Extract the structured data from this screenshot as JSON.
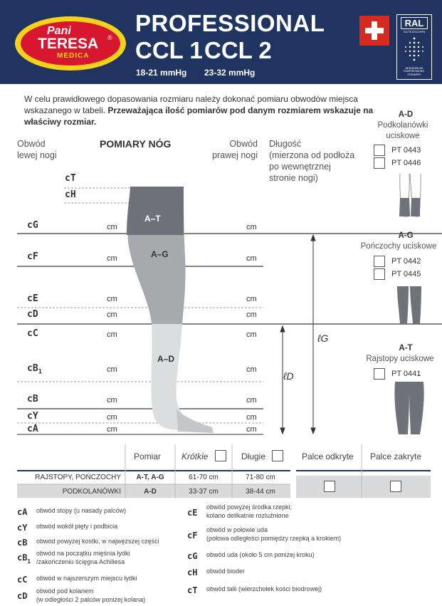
{
  "header": {
    "brand_pani": "Pani",
    "brand_teresa": "TERESA",
    "brand_reg": "®",
    "brand_medica": "MEDICA",
    "title": "PROFESSIONAL",
    "ccl1": "CCL 1",
    "ccl2": "CCL 2",
    "ccl1_mm": "18-21 mmHg",
    "ccl2_mm": "23-32 mmHg",
    "ral_title": "RAL",
    "ral_sub": "GÜTEZEICHEN",
    "ral_bottom": "MEDIZINISCHE KOMPRESSIONS-STRÜMPFE"
  },
  "intro": {
    "text_normal": "W celu prawidłowego dopasowania rozmiaru należy dokonać pomiaru obwodów miejsca wskazanego w tabeli. ",
    "text_bold": "Przeważająca ilość pomiarów pod danym rozmiarem wskazuje na właściwy rozmiar."
  },
  "columns": {
    "left_line1": "Obwód",
    "left_line2": "lewej nogi",
    "center": "POMIARY NÓG",
    "right_line1": "Obwód",
    "right_line2": "prawej nogi",
    "length_line1": "Długość",
    "length_line2": "(mierzona od podłoża",
    "length_line3": "po wewnętrznej",
    "length_line4": "stronie nogi)"
  },
  "measurements": {
    "cT": "cT",
    "cH": "cH",
    "cG": "cG",
    "cF": "cF",
    "cE": "cE",
    "cD": "cD",
    "cC": "cC",
    "cB1": "cB",
    "cB1_sub": "1",
    "cB": "cB",
    "cY": "cY",
    "cA": "cA",
    "unit": "cm"
  },
  "zones": {
    "at": "A–T",
    "ag": "A–G",
    "ad": "A–D",
    "lg": "ℓG",
    "ld": "ℓD"
  },
  "products": {
    "ad_title": "A-D",
    "ad_sub1": "Podkolanówki",
    "ad_sub2": "uciskowe",
    "ad_codes": [
      "PT 0443",
      "PT 0446"
    ],
    "ag_title": "A-G",
    "ag_sub": "Pończochy uciskowe",
    "ag_codes": [
      "PT 0442",
      "PT 0445"
    ],
    "at_title": "A-T",
    "at_sub": "Rajstopy uciskowe",
    "at_codes": [
      "PT 0441"
    ]
  },
  "size_table": {
    "h_pomiar": "Pomiar",
    "h_krotkie": "Krótkie",
    "h_dlugie": "Długie",
    "h_palce_odkryte": "Palce odkryte",
    "h_palce_zakryte": "Palce zakryte",
    "rows": [
      {
        "name": "RAJSTOPY, POŃCZOCHY",
        "pomiar": "A-T, A-G",
        "krotkie": "61-70 cm",
        "dlugie": "71-80 cm"
      },
      {
        "name": "PODKOLANÓWKI",
        "pomiar": "A-D",
        "krotkie": "33-37 cm",
        "dlugie": "38-44 cm"
      }
    ]
  },
  "legend": {
    "cA": {
      "code": "cA",
      "text1": "obwód stopy (u nasady palców)"
    },
    "cY": {
      "code": "cY",
      "text1": "obwód wokół pięty i podbicia"
    },
    "cB": {
      "code": "cB",
      "text1": "obwód powyżej kostki, w najwęższej części"
    },
    "cB1": {
      "code": "cB",
      "sub": "1",
      "text1": "obwód na początku mięśnia łydki",
      "text2": "/zakończeniu ścięgna Achillesa"
    },
    "cC": {
      "code": "cC",
      "text1": "obwód w najszerszym miejscu łydki"
    },
    "cD": {
      "code": "cD",
      "text1": "obwód pod kolanem",
      "text2": "(w odległości 2 palców poniżej kolana)"
    },
    "cE": {
      "code": "cE",
      "text1": "obwód powyżej środka rzepki;",
      "text2": "kolano delikatnie rozluźnione"
    },
    "cF": {
      "code": "cF",
      "text1": "obwód w połowie uda",
      "text2": "(połowa odległości pomiędzy rzepką a krokiem)"
    },
    "cG": {
      "code": "cG",
      "text1": "obwód uda (około 5 cm poniżej kroku)"
    },
    "cH": {
      "code": "cH",
      "text1": "obwód bioder"
    },
    "cT": {
      "code": "cT",
      "text1": "obwód talii (wierzchołek kości biodrowej)"
    }
  },
  "colors": {
    "navy": "#1f3460",
    "swiss_red": "#d52b1e",
    "logo_red": "#d7172f",
    "logo_yellow": "#f6d21b",
    "stocking_dark": "#6f7278",
    "stocking_mid": "#a7a9ad",
    "stocking_light": "#dcdddf",
    "row_gray": "#d9dadc"
  }
}
